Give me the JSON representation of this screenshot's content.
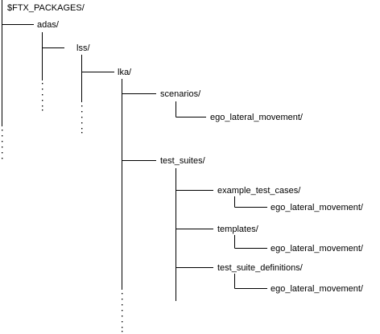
{
  "tree": {
    "root": "$FTX_PACKAGES/",
    "adas": "adas/",
    "lss": "lss/",
    "lka": "lka/",
    "scenarios": "scenarios/",
    "scenarios_child": "ego_lateral_movement/",
    "test_suites": "test_suites/",
    "example_test_cases": "example_test_cases/",
    "example_child": "ego_lateral_movement/",
    "templates": "templates/",
    "templates_child": "ego_lateral_movement/",
    "test_suite_definitions": "test_suite_definitions/",
    "definitions_child": "ego_lateral_movement/"
  },
  "colors": {
    "line": "#000000",
    "text": "#000000",
    "background": "#ffffff"
  }
}
